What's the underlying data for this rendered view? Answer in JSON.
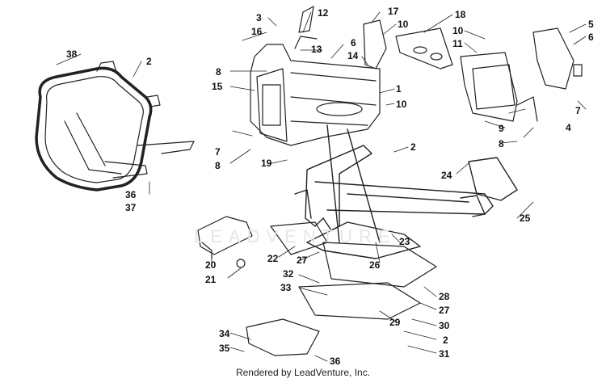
{
  "diagram": {
    "callouts": [
      "38",
      "2",
      "36",
      "37",
      "3",
      "16",
      "12",
      "8",
      "15",
      "7",
      "8",
      "19",
      "13",
      "6",
      "14",
      "17",
      "10",
      "1",
      "10",
      "18",
      "10",
      "11",
      "5",
      "6",
      "7",
      "9",
      "4",
      "8",
      "2",
      "24",
      "25",
      "20",
      "21",
      "22",
      "27",
      "26",
      "23",
      "32",
      "33",
      "28",
      "27",
      "29",
      "30",
      "2",
      "31",
      "34",
      "35",
      "36"
    ],
    "line_color": "#222222",
    "label_color": "#111111"
  },
  "watermark": "LEADVENTURE",
  "footer": {
    "text": "Rendered by LeadVenture, Inc."
  }
}
